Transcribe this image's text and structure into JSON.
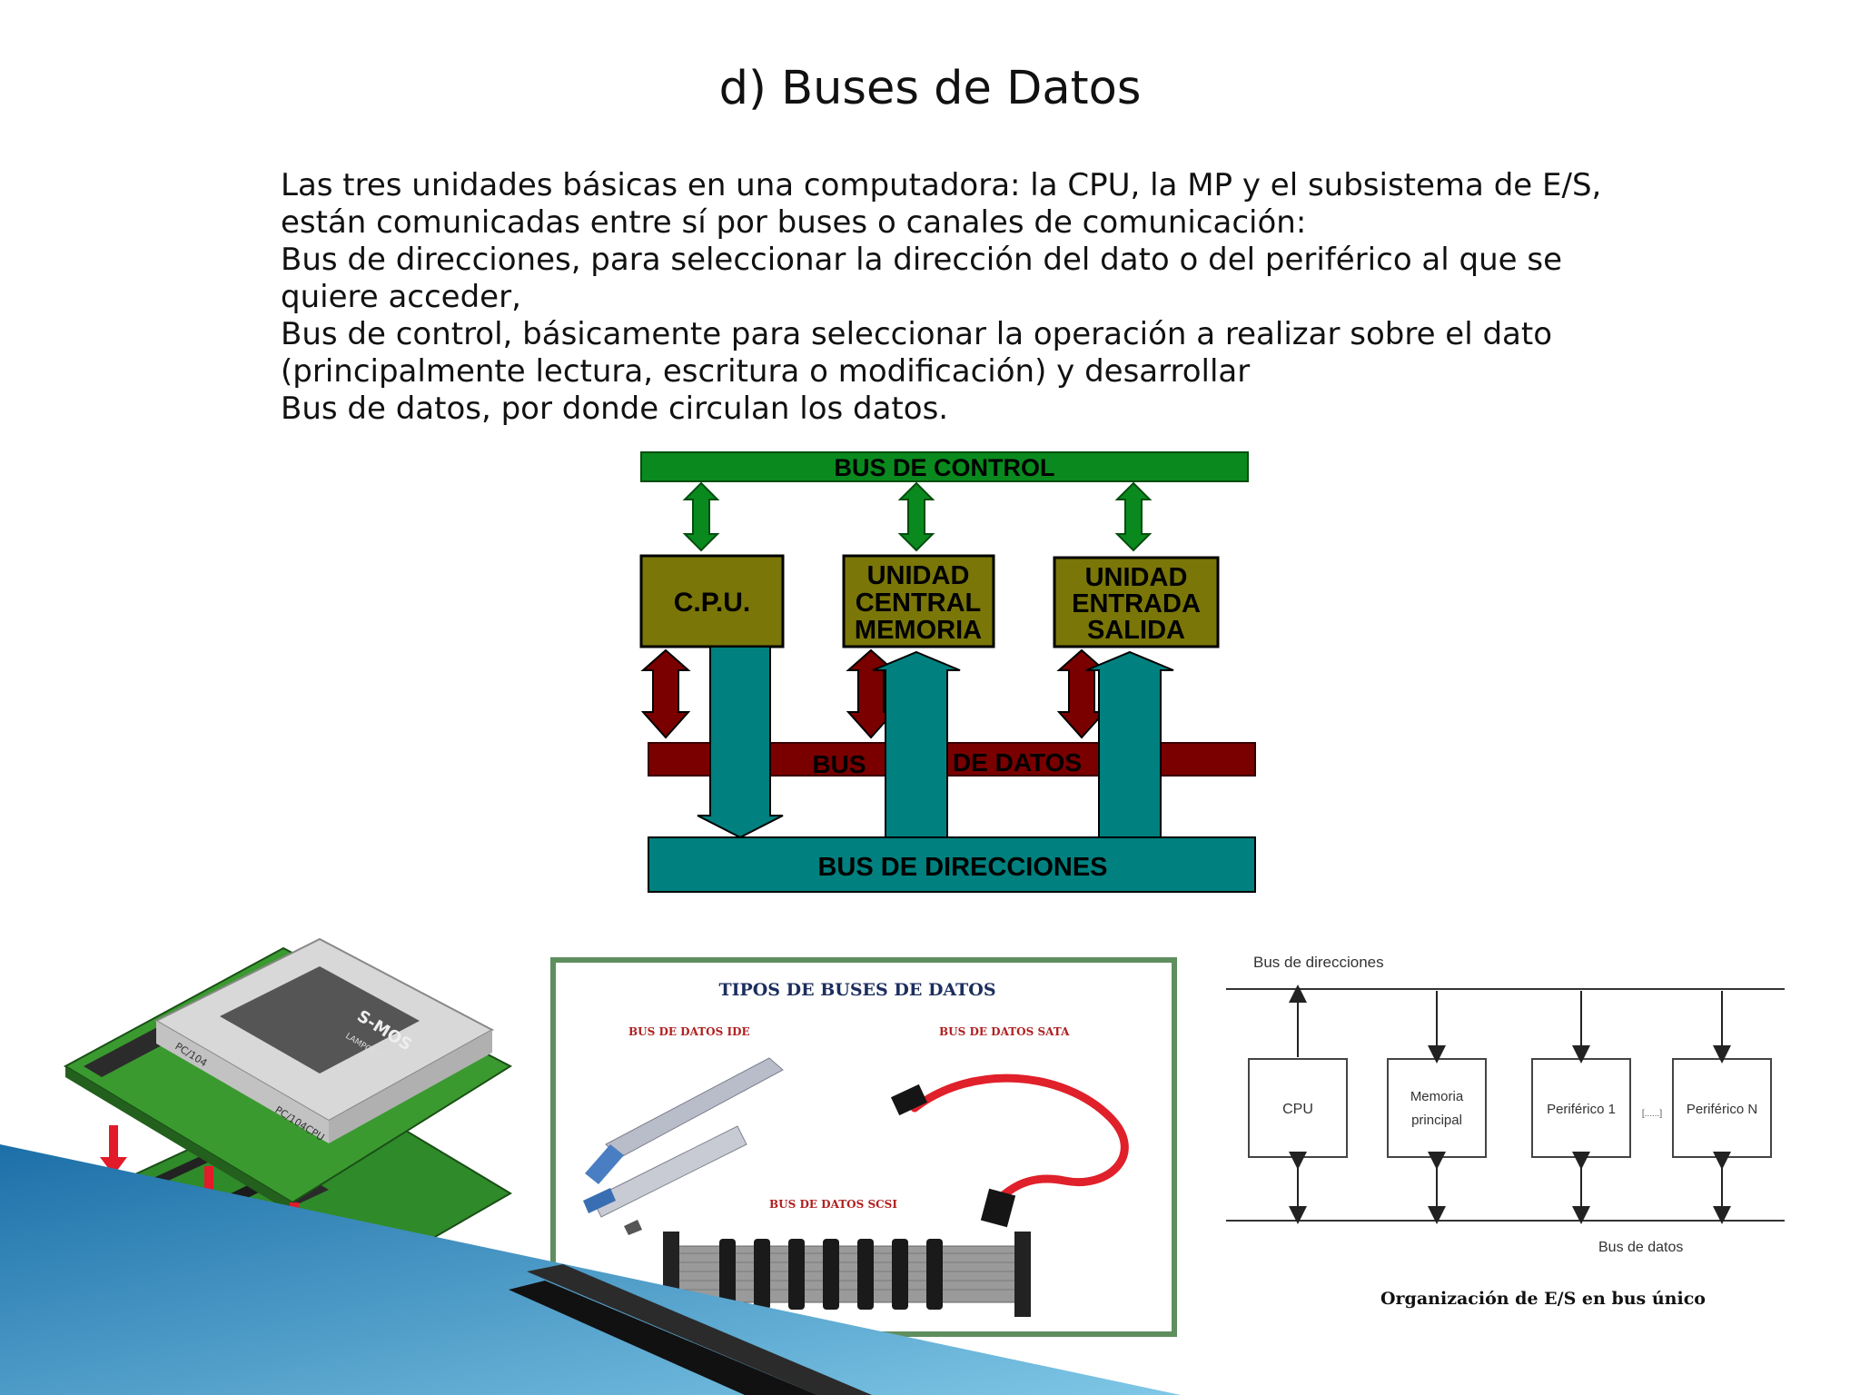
{
  "slide": {
    "title": "d) Buses de Datos",
    "lines": [
      "Las tres unidades básicas en una computadora: la CPU, la MP y el subsistema de E/S,",
      "están comunicadas entre sí por buses o canales de comunicación:",
      "Bus de direcciones, para seleccionar la dirección del dato o del periférico al que se",
      "quiere acceder,",
      "Bus de control, básicamente para seleccionar la operación a realizar sobre el dato",
      "(principalmente lectura, escritura o modificación) y desarrollar",
      "Bus de datos, por donde circulan los datos."
    ]
  },
  "bus_diagram": {
    "control_bus": "BUS DE CONTROL",
    "cpu": "C.P.U.",
    "memory": [
      "UNIDAD",
      "CENTRAL",
      "MEMORIA"
    ],
    "io": [
      "UNIDAD",
      "ENTRADA",
      "SALIDA"
    ],
    "data_bus_left": "BUS",
    "data_bus_right": "DE DATOS",
    "address_bus": "BUS DE DIRECCIONES",
    "colors": {
      "control": "#0a8a1e",
      "unit": "#7a7608",
      "data": "#7a0000",
      "address": "#00807e"
    }
  },
  "board_photo": {
    "module_label": "S-MOS",
    "module_sub": "LAMPOS-C",
    "pc104_label": "PC/104",
    "pc104cpu_label": "PC/104CPU"
  },
  "cables_panel": {
    "title": "TIPOS DE BUSES DE DATOS",
    "ide": "BUS DE DATOS IDE",
    "sata": "BUS DE DATOS SATA",
    "scsi": "BUS DE DATOS SCSI"
  },
  "io_diagram": {
    "address_bus": "Bus de direcciones",
    "cpu": "CPU",
    "memory": [
      "Memoria",
      "principal"
    ],
    "peripheral1": "Periférico 1",
    "ellipsis": "[......]",
    "peripheralN": "Periférico N",
    "data_bus": "Bus de datos",
    "caption": "Organización de E/S en bus único"
  }
}
